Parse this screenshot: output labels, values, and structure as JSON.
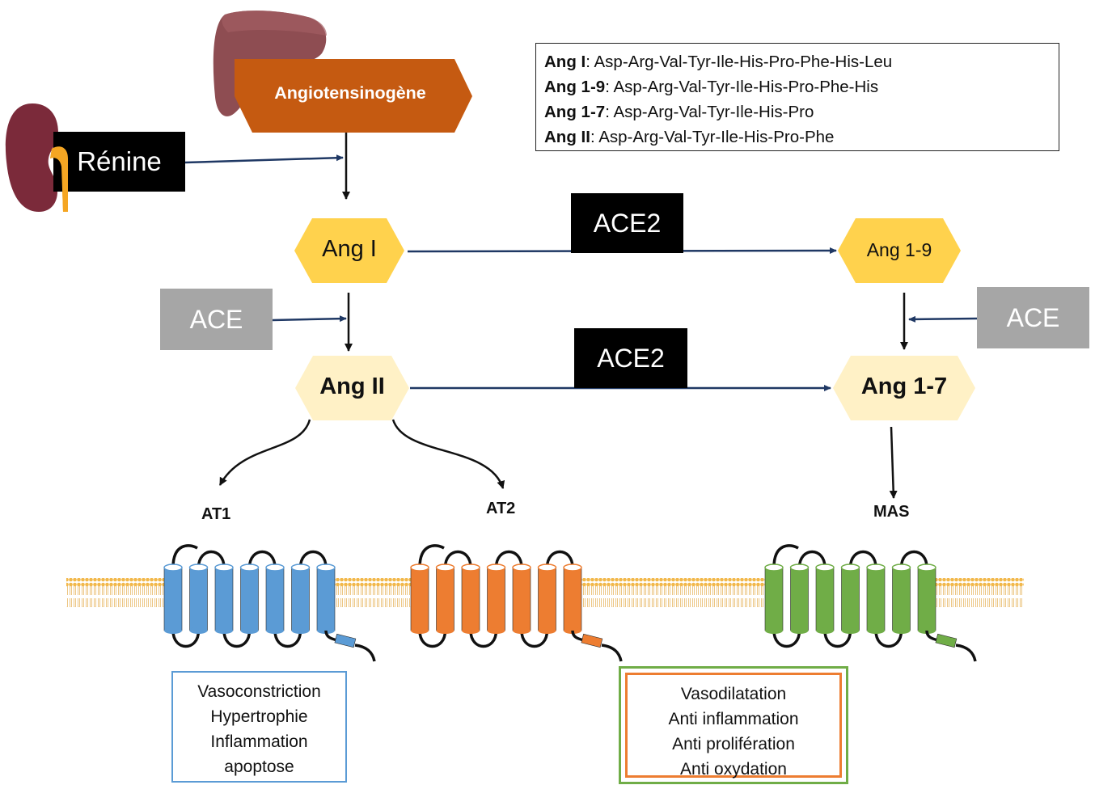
{
  "colors": {
    "hexagon_gold": "#ffd24d",
    "hexagon_pale": "#fff1c6",
    "angiotensinogen_orange": "#c55a11",
    "ace_gray": "#a6a6a6",
    "arrow_navy": "#1f3864",
    "at1_blue": "#5b9bd5",
    "at2_orange": "#ed7d31",
    "mas_green": "#70ad47",
    "membrane_lipid": "#f2b84b"
  },
  "nodes": {
    "angiotensinogen": "Angiotensinogène",
    "renin": "Rénine",
    "ang_i": "Ang I",
    "ang_ii": "Ang II",
    "ang_1_9": "Ang 1-9",
    "ang_1_7": "Ang 1-7"
  },
  "enzymes": {
    "ace2_top": "ACE2",
    "ace2_bottom": "ACE2",
    "ace_left": "ACE",
    "ace_right": "ACE"
  },
  "legend": [
    {
      "name": "Ang I",
      "sequence": ": Asp-Arg-Val-Tyr-Ile-His-Pro-Phe-His-Leu"
    },
    {
      "name": "Ang 1-9",
      "sequence": ": Asp-Arg-Val-Tyr-Ile-His-Pro-Phe-His"
    },
    {
      "name": "Ang 1-7",
      "sequence": ": Asp-Arg-Val-Tyr-Ile-His-Pro"
    },
    {
      "name": "Ang II",
      "sequence": ": Asp-Arg-Val-Tyr-Ile-His-Pro-Phe"
    }
  ],
  "receptors": {
    "at1": "AT1",
    "at2": "AT2",
    "mas": "MAS"
  },
  "effects": {
    "at1": [
      "Vasoconstriction",
      "Hypertrophie",
      "Inflammation",
      "apoptose"
    ],
    "protective": [
      "Vasodilatation",
      "Anti inflammation",
      "Anti prolifération",
      "Anti oxydation"
    ]
  },
  "icons": [
    "liver-icon",
    "kidney-icon"
  ]
}
